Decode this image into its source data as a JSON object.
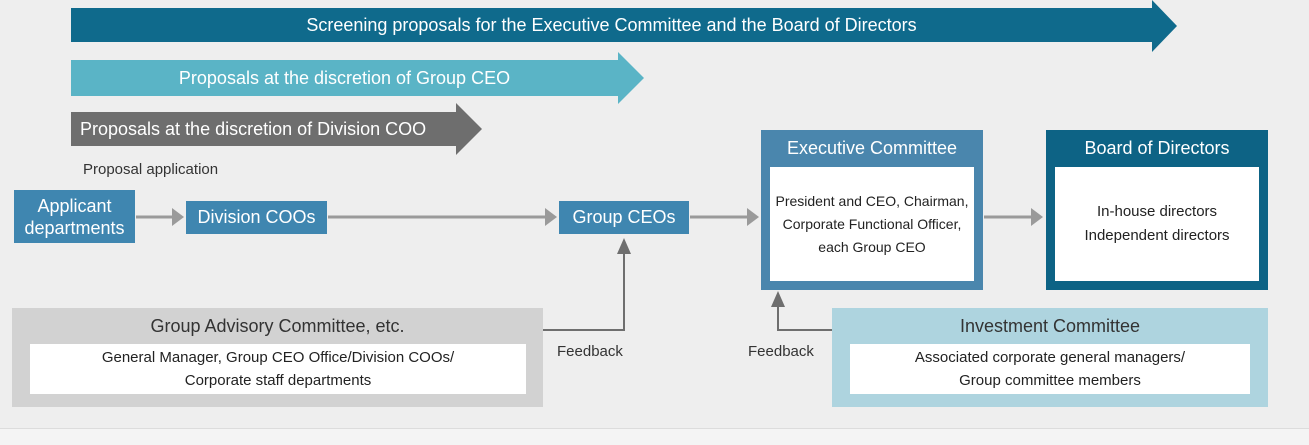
{
  "banners": {
    "executive_board": "Screening proposals for the Executive Committee and the Board of Directors",
    "group_ceo": "Proposals at the discretion of Group CEO",
    "division_coo": "Proposals at the discretion of Division COO"
  },
  "labels": {
    "proposal_application": "Proposal application",
    "feedback_left": "Feedback",
    "feedback_right": "Feedback"
  },
  "nodes": {
    "applicant_line1": "Applicant",
    "applicant_line2": "departments",
    "division_coos": "Division COOs",
    "group_ceos": "Group CEOs"
  },
  "executive_committee": {
    "title": "Executive Committee",
    "members": [
      "President and CEO, Chairman,",
      "Corporate Functional Officer,",
      "each Group CEO"
    ]
  },
  "board_of_directors": {
    "title": "Board of Directors",
    "members": [
      "In-house directors",
      "Independent directors"
    ]
  },
  "group_advisory_committee": {
    "title": "Group Advisory Committee, etc.",
    "members": [
      "General Manager, Group CEO Office/Division COOs/",
      "Corporate staff departments"
    ]
  },
  "investment_committee": {
    "title": "Investment Committee",
    "members": [
      "Associated corporate general managers/",
      "Group committee members"
    ]
  },
  "colors": {
    "banner_dark": "#0f6a8c",
    "banner_light": "#5ab4c6",
    "banner_gray": "#6e6e6e",
    "node_blue": "#3f86b0",
    "exec_frame": "#4a86ad",
    "board_frame": "#0d6385",
    "advisory_bg": "#d2d2d2",
    "investment_bg": "#aed4df",
    "connector": "#9a9a9a"
  }
}
